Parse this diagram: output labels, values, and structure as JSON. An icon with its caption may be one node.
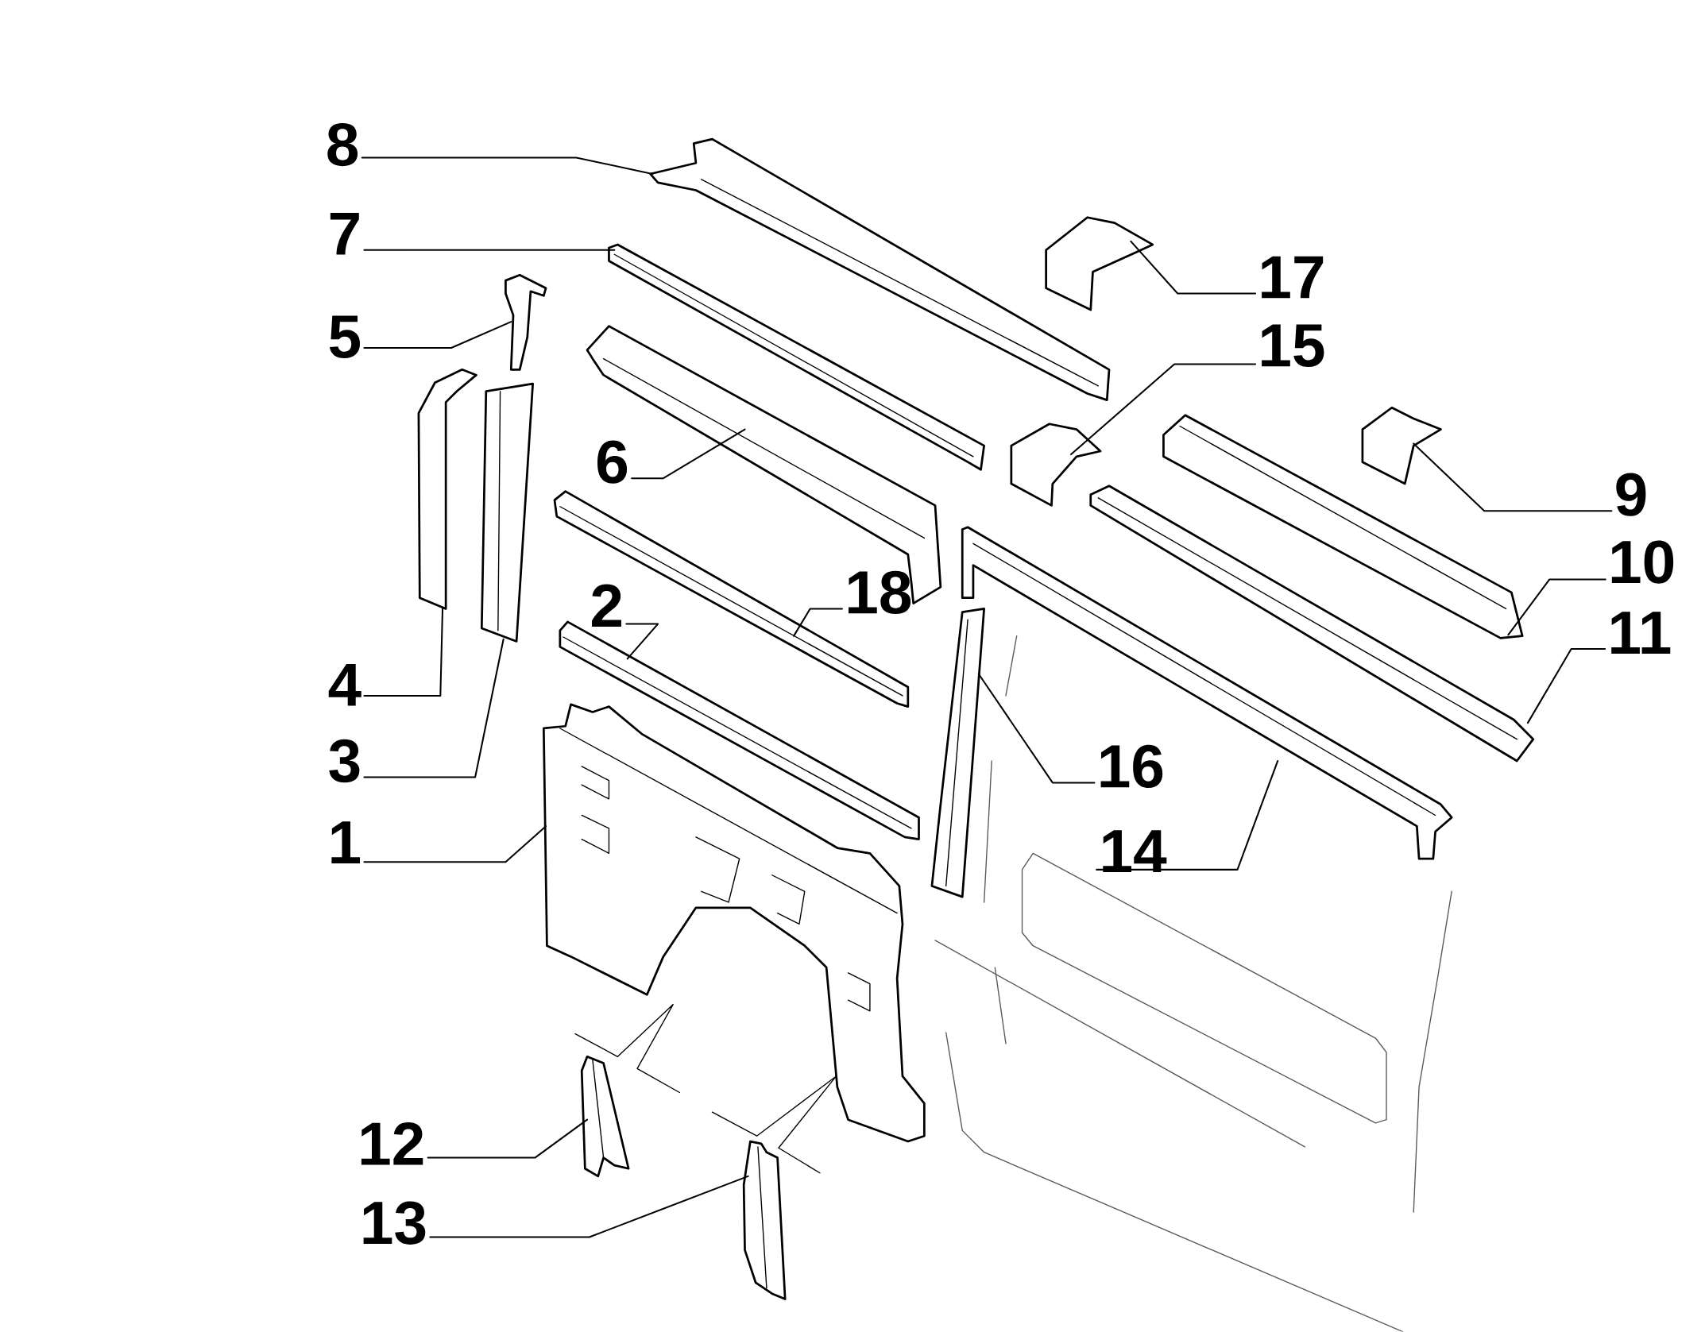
{
  "diagram": {
    "nodes": [
      {
        "text": [
          "8"
        ]
      },
      {
        "text": [
          "7"
        ]
      },
      {
        "text": [
          "17"
        ]
      },
      {
        "text": [
          "5"
        ]
      },
      {
        "text": [
          "15"
        ]
      },
      {
        "text": [
          "6"
        ]
      },
      {
        "text": [
          "9"
        ]
      },
      {
        "text": [
          "10"
        ]
      },
      {
        "text": [
          "18"
        ]
      },
      {
        "text": [
          "2"
        ]
      },
      {
        "text": [
          "11"
        ]
      },
      {
        "text": [
          "4"
        ]
      },
      {
        "text": [
          "16"
        ]
      },
      {
        "text": [
          "3"
        ]
      },
      {
        "text": [
          "1"
        ]
      },
      {
        "text": [
          "14"
        ]
      },
      {
        "text": [
          "12"
        ]
      },
      {
        "text": [
          "13"
        ]
      },
      {
        "text": [],
        "shape": "picture"
      },
      {
        "text": [],
        "shape": "picture"
      },
      {
        "text": [],
        "shape": "picture"
      },
      {
        "text": [],
        "shape": "picture"
      },
      {
        "text": [],
        "shape": "picture"
      },
      {
        "text": [],
        "shape": "picture"
      },
      {
        "text": [],
        "shape": "picture"
      },
      {
        "text": [],
        "shape": "picture"
      },
      {
        "text": [],
        "shape": "picture"
      },
      {
        "text": [],
        "shape": "picture"
      },
      {
        "text": [],
        "shape": "picture"
      },
      {
        "text": [],
        "shape": "picture"
      },
      {
        "text": [],
        "shape": "picture"
      },
      {
        "text": [],
        "shape": "picture"
      },
      {
        "text": [],
        "shape": "picture"
      },
      {
        "text": [],
        "shape": "picture"
      },
      {
        "text": [],
        "shape": "picture"
      },
      {
        "text": [],
        "shape": "picture"
      }
    ],
    "edges": [
      {
        "from": 0,
        "to": 18,
        "arrow": "none"
      },
      {
        "from": 1,
        "to": 19,
        "arrow": "none"
      },
      {
        "from": 2,
        "to": 20,
        "arrow": "none"
      },
      {
        "from": 3,
        "to": 21,
        "arrow": "none"
      },
      {
        "from": 4,
        "to": 22,
        "arrow": "none"
      },
      {
        "from": 5,
        "to": 23,
        "arrow": "none"
      },
      {
        "from": 6,
        "to": 24,
        "arrow": "none"
      },
      {
        "from": 7,
        "to": 25,
        "arrow": "none"
      },
      {
        "from": 8,
        "to": 26,
        "arrow": "none"
      },
      {
        "from": 9,
        "to": 27,
        "arrow": "none"
      },
      {
        "from": 10,
        "to": 28,
        "arrow": "none"
      },
      {
        "from": 11,
        "to": 29,
        "arrow": "none"
      },
      {
        "from": 12,
        "to": 30,
        "arrow": "none"
      },
      {
        "from": 13,
        "to": 31,
        "arrow": "none"
      },
      {
        "from": 14,
        "to": 32,
        "arrow": "none"
      },
      {
        "from": 15,
        "to": 33,
        "arrow": "none"
      },
      {
        "from": 16,
        "to": 34,
        "arrow": "none"
      },
      {
        "from": 17,
        "to": 35,
        "arrow": "none"
      }
    ]
  }
}
